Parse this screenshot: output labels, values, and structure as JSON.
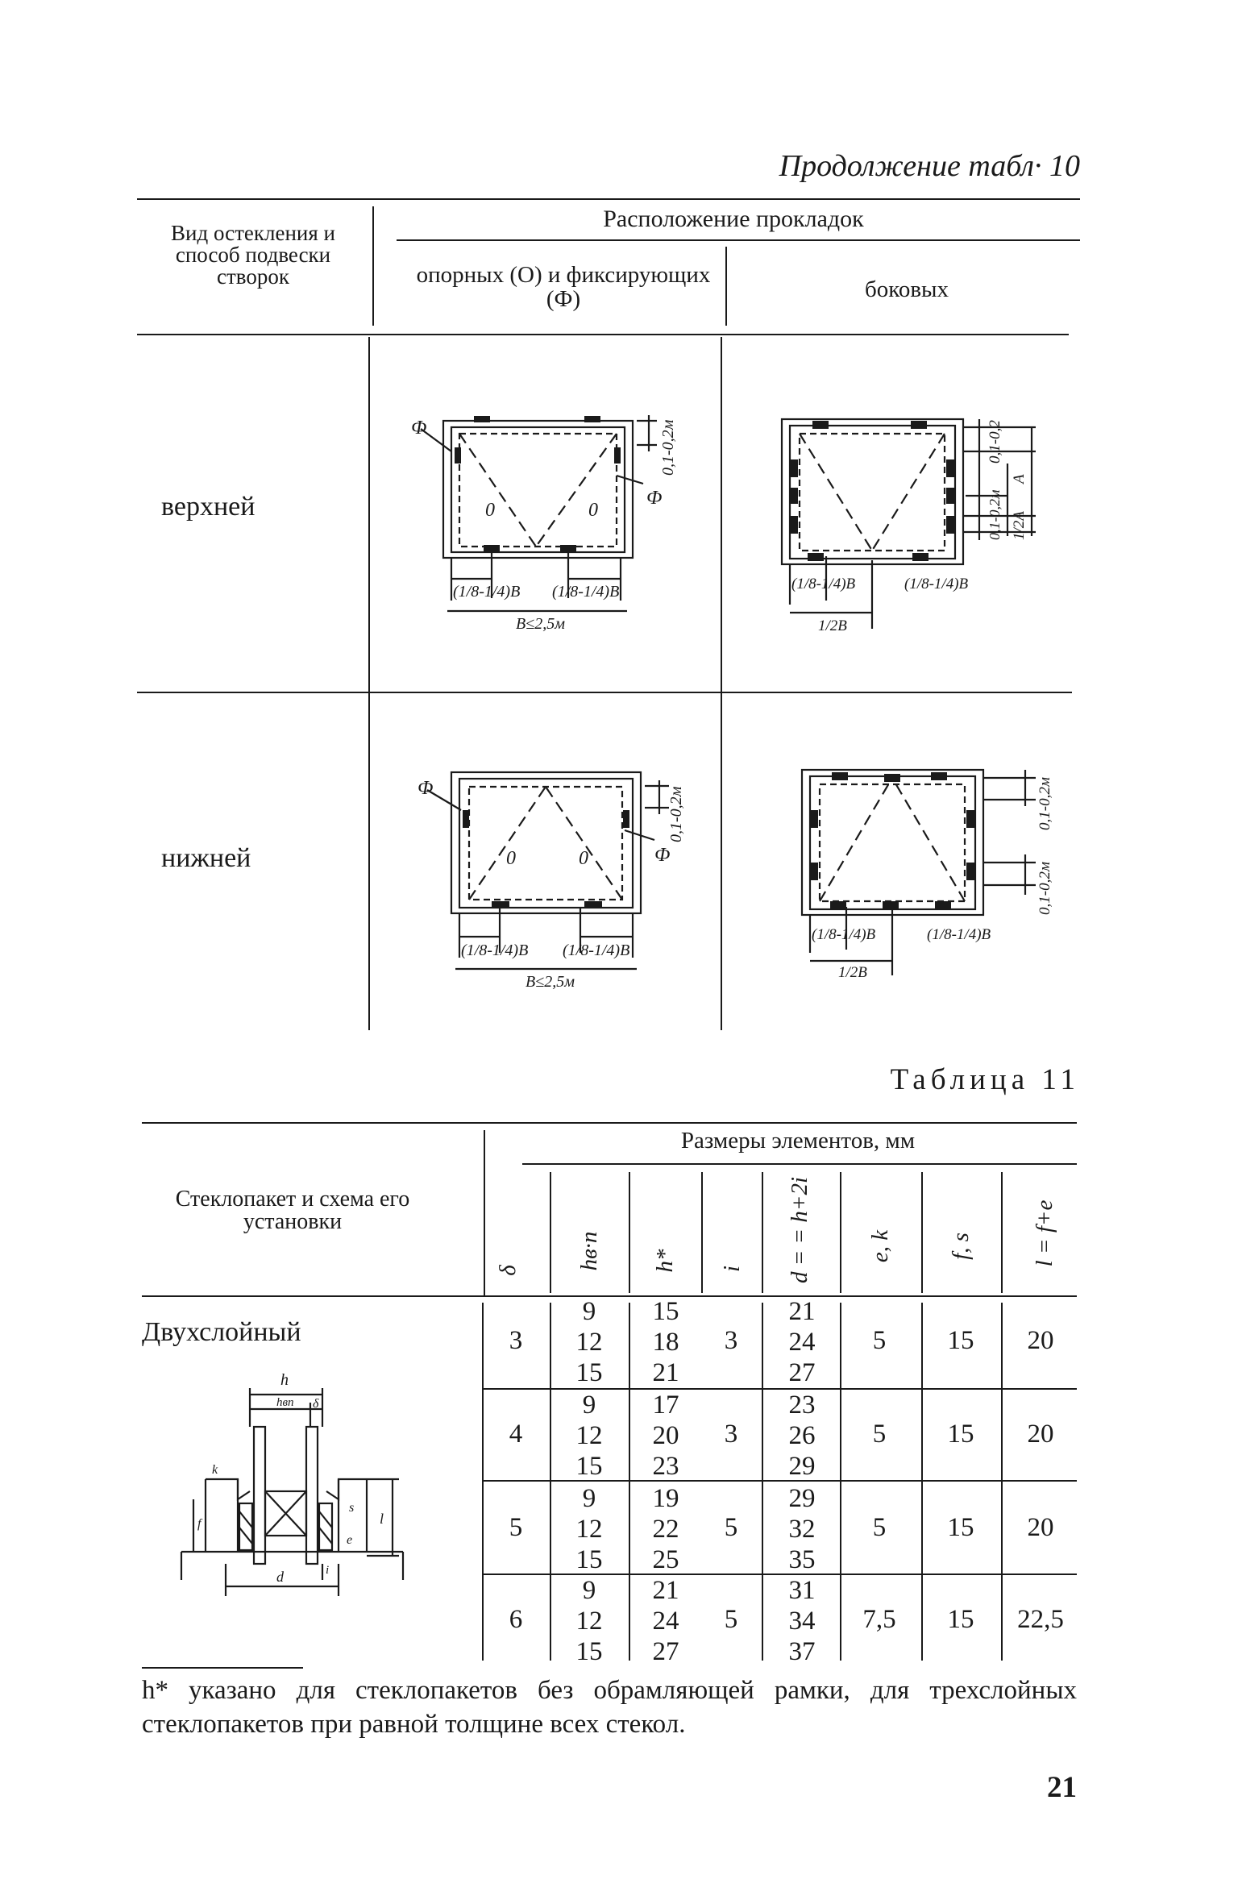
{
  "continuation_title": "Продолжение табл· 10",
  "table10": {
    "col1_header": "Вид остекления и способ подвески створок",
    "col_group_header": "Расположение прокладок",
    "col2_header": "опорных (О) и фиксирующих (Ф)",
    "col3_header": "боковых",
    "rows": [
      {
        "label": "верхней",
        "support_fig": {
          "phi_left": "Ф",
          "phi_right": "Ф",
          "o_left": "0",
          "o_right": "0",
          "gap": "0,1-0,2м",
          "dim_left": "(1/8-1/4)B",
          "dim_right": "(1/8-1/4)B",
          "width": "B≤2,5м"
        },
        "side_fig": {
          "gap_top": "0,1-0,2",
          "gap_mid": "0,1-0,2м",
          "half_a": "1/2A",
          "a": "A",
          "dim_left": "(1/8-1/4)B",
          "dim_right": "(1/8-1/4)B",
          "half_b": "1/2B"
        }
      },
      {
        "label": "нижней",
        "support_fig": {
          "phi_left": "Ф",
          "phi_right": "Ф",
          "o_left": "0",
          "o_right": "0",
          "gap": "0,1-0,2м",
          "dim_left": "(1/8-1/4)B",
          "dim_right": "(1/8-1/4)B",
          "width": "B≤2,5м"
        },
        "side_fig": {
          "gap_top": "0,1-0,2м",
          "gap_bottom": "0,1-0,2м",
          "dim_left": "(1/8-1/4)B",
          "dim_right": "(1/8-1/4)B",
          "half_b": "1/2B"
        }
      }
    ]
  },
  "table11": {
    "title": "Таблица 11",
    "col1_header": "Стеклопакет и схема его установки",
    "group_header": "Размеры элементов, мм",
    "columns": [
      "δ",
      "hв·п",
      "h*",
      "i",
      "d = = h+2i",
      "e, k",
      "f, s",
      "l = f+e"
    ],
    "row_label": "Двухслойный",
    "schema_labels": {
      "h": "h",
      "hvp": "hвп",
      "delta": "δ",
      "k": "k",
      "f": "f",
      "s": "s",
      "e": "e",
      "l": "l",
      "i": "i",
      "d": "d"
    },
    "groups": [
      {
        "delta": "3",
        "hvp": [
          "9",
          "12",
          "15"
        ],
        "h": [
          "15",
          "18",
          "21"
        ],
        "i": "3",
        "d": [
          "21",
          "24",
          "27"
        ],
        "e": "5",
        "f": "15",
        "l": "20"
      },
      {
        "delta": "4",
        "hvp": [
          "9",
          "12",
          "15"
        ],
        "h": [
          "17",
          "20",
          "23"
        ],
        "i": "3",
        "d": [
          "23",
          "26",
          "29"
        ],
        "e": "5",
        "f": "15",
        "l": "20"
      },
      {
        "delta": "5",
        "hvp": [
          "9",
          "12",
          "15"
        ],
        "h": [
          "19",
          "22",
          "25"
        ],
        "i": "5",
        "d": [
          "29",
          "32",
          "35"
        ],
        "e": "5",
        "f": "15",
        "l": "20"
      },
      {
        "delta": "6",
        "hvp": [
          "9",
          "12",
          "15"
        ],
        "h": [
          "21",
          "24",
          "27"
        ],
        "i": "5",
        "d": [
          "31",
          "34",
          "37"
        ],
        "e": "7,5",
        "f": "15",
        "l": "22,5"
      }
    ]
  },
  "footnote": "h* указано для стеклопакетов без обрамляющей рамки, для трехслойных стеклопакетов при равной толщине всех стекол.",
  "page_number": "21"
}
